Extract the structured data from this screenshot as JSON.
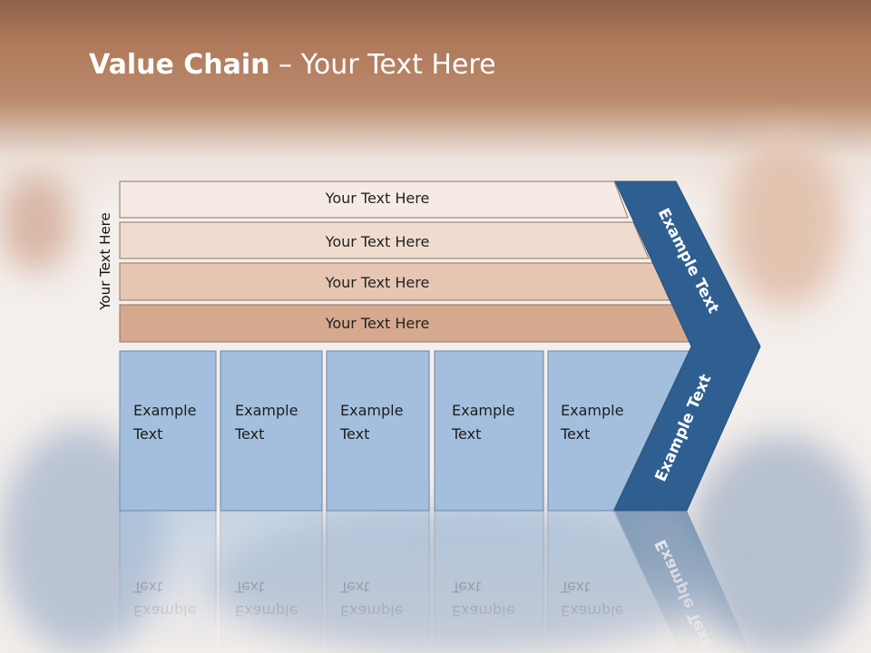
{
  "title": {
    "bold": "Value Chain",
    "rest": " – Your Text Here"
  },
  "side_label": "Your Text Here",
  "rows": [
    {
      "label": "Your Text Here",
      "fill": "#f6ebe4"
    },
    {
      "label": "Your Text Here",
      "fill": "#f0dccf"
    },
    {
      "label": "Your Text Here",
      "fill": "#e6c6b3"
    },
    {
      "label": "Your Text Here",
      "fill": "#d6a98e"
    }
  ],
  "boxes": [
    {
      "line1": "Example",
      "line2": "Text"
    },
    {
      "line1": "Example",
      "line2": "Text"
    },
    {
      "line1": "Example",
      "line2": "Text"
    },
    {
      "line1": "Example",
      "line2": "Text"
    },
    {
      "line1": "Example",
      "line2": "Text"
    }
  ],
  "arrow": {
    "top_label": "Example Text",
    "bottom_label": "Example Text"
  },
  "colors": {
    "box_fill": "#a3bfdd",
    "box_stroke": "#6d85a3",
    "arrow_fill": "#2f5f91",
    "title_text": "#ffffff"
  }
}
